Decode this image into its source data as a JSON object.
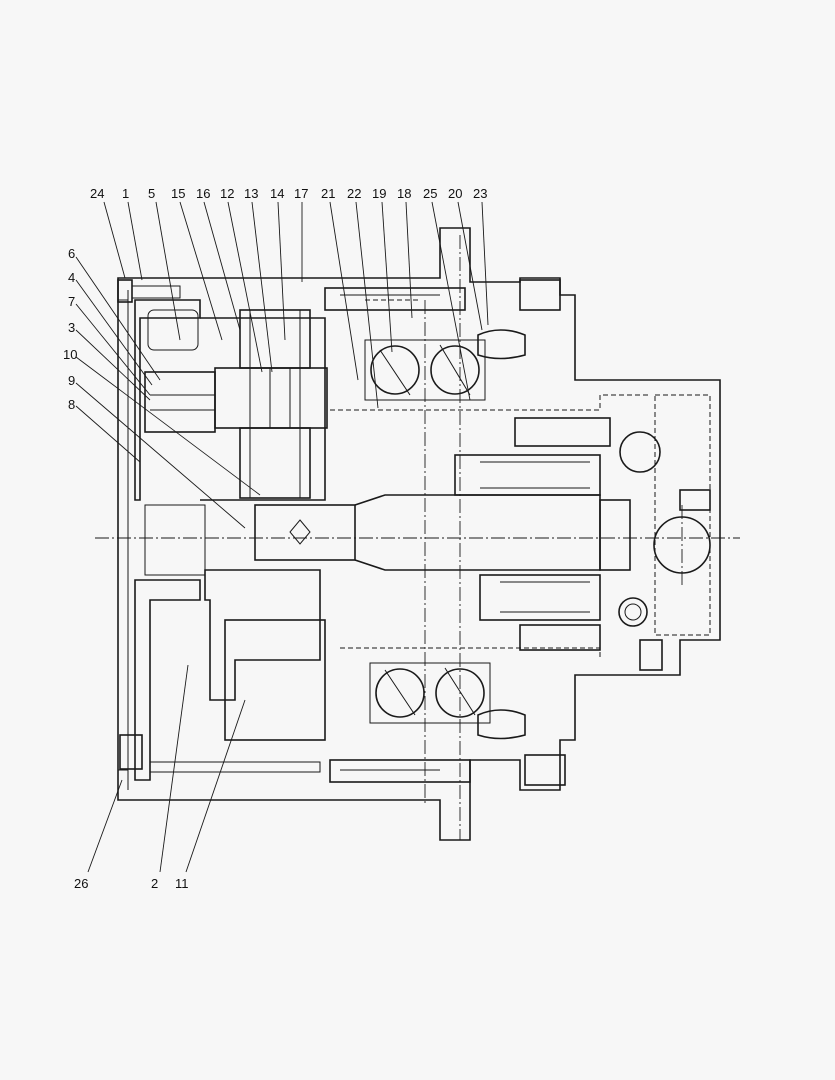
{
  "callouts": {
    "c24": "24",
    "c1": "1",
    "c5": "5",
    "c15": "15",
    "c16": "16",
    "c12": "12",
    "c13": "13",
    "c14": "14",
    "c17": "17",
    "c21": "21",
    "c22": "22",
    "c19": "19",
    "c18": "18",
    "c25": "25",
    "c20": "20",
    "c23": "23",
    "c6": "6",
    "c4": "4",
    "c7": "7",
    "c3": "3",
    "c10": "10",
    "c9": "9",
    "c8": "8",
    "c26": "26",
    "c2": "2",
    "c11": "11"
  }
}
